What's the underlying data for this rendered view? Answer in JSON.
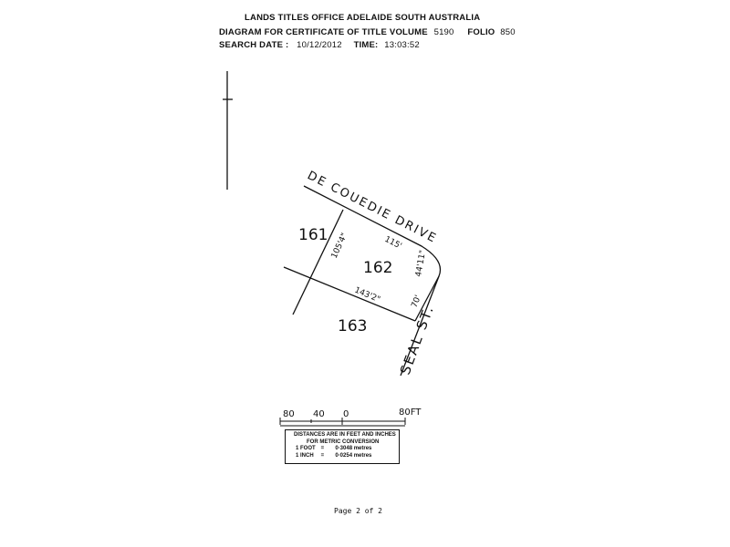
{
  "header": {
    "line1": "LANDS TITLES OFFICE  ADELAIDE  SOUTH AUSTRALIA",
    "line2_label": "DIAGRAM FOR CERTIFICATE OF TITLE VOLUME",
    "volume": "5190",
    "folio_label": "FOLIO",
    "folio": "850",
    "search_date_label": "SEARCH DATE :",
    "search_date": "10/12/2012",
    "time_label": "TIME:",
    "time": "13:03:52"
  },
  "plan": {
    "lots": [
      "161",
      "162",
      "163"
    ],
    "street_north": "DE COUEDIE DRIVE",
    "street_east": "SEAL ST.",
    "dimensions": {
      "lot162_north": "115'",
      "lot162_west": "105'4\"",
      "lot162_south": "143'2\"",
      "lot162_east": "70'",
      "corner_arc": "44'11\""
    }
  },
  "scale_bar": {
    "labels": [
      "80",
      "40",
      "0",
      "80FT"
    ]
  },
  "conversion_note": {
    "title": "DISTANCES ARE IN FEET AND INCHES",
    "subtitle": "FOR METRIC CONVERSION",
    "rows": [
      {
        "unit": "1 FOOT",
        "eq": "=",
        "value": "0·3048 metres"
      },
      {
        "unit": "1 INCH",
        "eq": "=",
        "value": "0·0254 metres"
      }
    ]
  },
  "footer": {
    "page": "Page 2 of 2"
  }
}
